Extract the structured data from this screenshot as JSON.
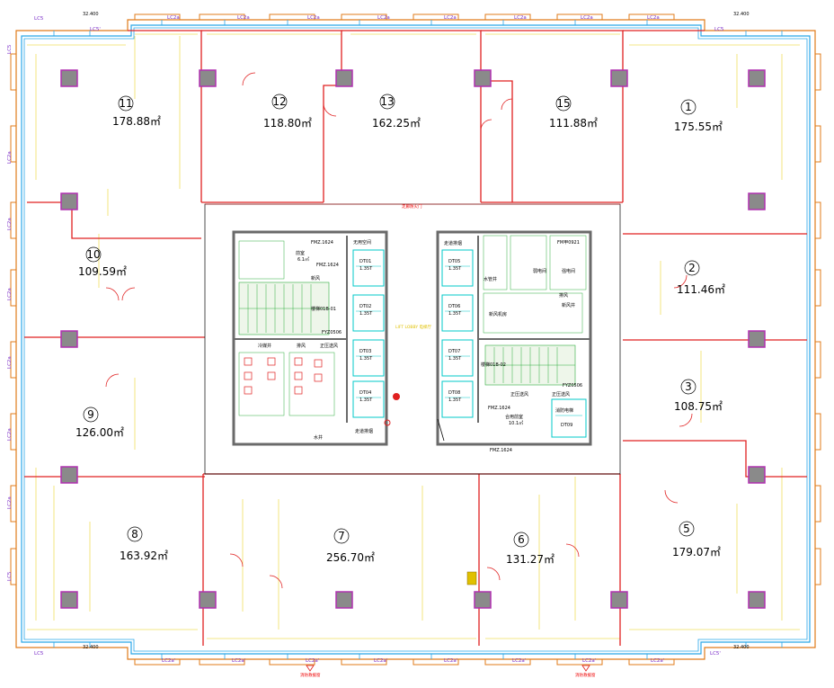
{
  "units": [
    {
      "no": "11",
      "area": "178.88㎡"
    },
    {
      "no": "12",
      "area": "118.80㎡"
    },
    {
      "no": "13",
      "area": "162.25㎡"
    },
    {
      "no": "15",
      "area": "111.88㎡"
    },
    {
      "no": "1",
      "area": "175.55㎡"
    },
    {
      "no": "10",
      "area": "109.59㎡"
    },
    {
      "no": "2",
      "area": "111.46㎡"
    },
    {
      "no": "3",
      "area": "108.75㎡"
    },
    {
      "no": "9",
      "area": "126.00㎡"
    },
    {
      "no": "8",
      "area": "163.92㎡"
    },
    {
      "no": "7",
      "area": "256.70㎡"
    },
    {
      "no": "6",
      "area": "131.27㎡"
    },
    {
      "no": "5",
      "area": "179.07㎡"
    }
  ],
  "dimensions": {
    "top_left": "32.400",
    "top_right": "32.400",
    "bottom_left": "32.400",
    "bottom_right": "32.400",
    "top_lc5": "LC5",
    "top_lc5_b": "LC5'",
    "top_lc2a": "LC2a",
    "left_lc5": "LC5",
    "left_lc2a": "LC2a",
    "bottom_lc5": "LC5",
    "bottom_lc5_b": "LC5'",
    "bottom_lc2a": "LC2a'"
  },
  "core_left": {
    "fmz_top": "FMZ.1624",
    "fmz_mid": "FMZ.1624",
    "wuyong": "无用空间",
    "dt01": "DT01",
    "dt02": "DT02",
    "dt03": "DT03",
    "dt04": "DT04",
    "dt_spec": "1.35T",
    "xinfeng": "新风",
    "louti": "楼梯01B-01",
    "lengque": "冷媒井",
    "paifeng": "排风",
    "zhengya": "正压送风",
    "shuijing": "水井",
    "zoudao": "走道排烟",
    "qianshi": "前室",
    "qianshi_area": "6.1㎡",
    "fyzy": "FYZ0506",
    "note_yellow": "LIFT LOBBY 电梯厅"
  },
  "core_right": {
    "zoudao": "走道排烟",
    "dt05": "DT05",
    "dt06": "DT06",
    "dt07": "DT07",
    "dt08": "DT08",
    "dt_spec": "1.35T",
    "shuiguan": "水管井",
    "ruodian": "弱电间",
    "qiangdian": "强电间",
    "xinfengjifang": "新风机房",
    "xinfengjing": "新风井",
    "paifeng": "排风",
    "louti": "楼梯01B-02",
    "zhengya1": "正压送风",
    "zhengya2": "正压送风",
    "heyong": "合用前室",
    "heyong_area": "10.1㎡",
    "xiaofang": "消防电梯",
    "dt09": "DT09",
    "fmz": "FMZ.1624",
    "fmz2": "FMZ.1624",
    "fmjia": "FM甲0921",
    "fyzy": "FYZ0506"
  },
  "markers": {
    "bottom_left_note": "消防救援窗",
    "bottom_right_note": "消防救援窗",
    "corridor_note": "走廊防火门"
  },
  "colors": {
    "wall": "#e02020",
    "column_fill": "#8a8a8a",
    "column_edge": "#b030b0",
    "window": "#2aa6e8",
    "window_outline": "#e07b1a",
    "partition": "#f0e060",
    "core_wall": "#6a6a6a",
    "elevator": "#00c8c8",
    "door": "#e02020"
  }
}
